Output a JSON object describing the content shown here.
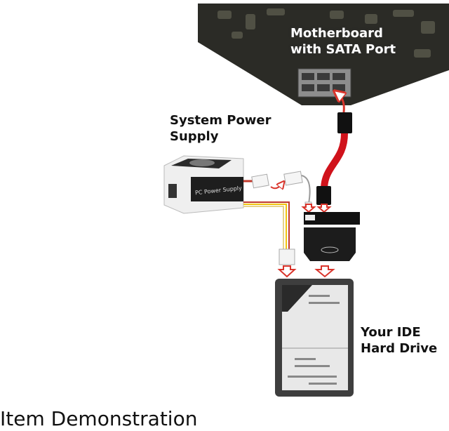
{
  "caption": "Item Demonstration",
  "labels": {
    "motherboard": [
      "Motherboard",
      "with SATA Port"
    ],
    "power_supply": [
      "System Power",
      "Supply"
    ],
    "hard_drive": [
      "Your IDE",
      "Hard Drive"
    ],
    "psu_front_text": "PC Power Supply"
  },
  "colors": {
    "sata_cable": "#d0121b",
    "arrow": "#d9342b",
    "molex_red": "#c0392b",
    "molex_yellow": "#f1c40f",
    "adapter": "#1c1c1c",
    "motherboard": "#2a2a25"
  },
  "components": [
    "motherboard",
    "sata-cable",
    "power-supply",
    "molex-cable",
    "ide-sata-adapter",
    "ide-hard-drive"
  ]
}
